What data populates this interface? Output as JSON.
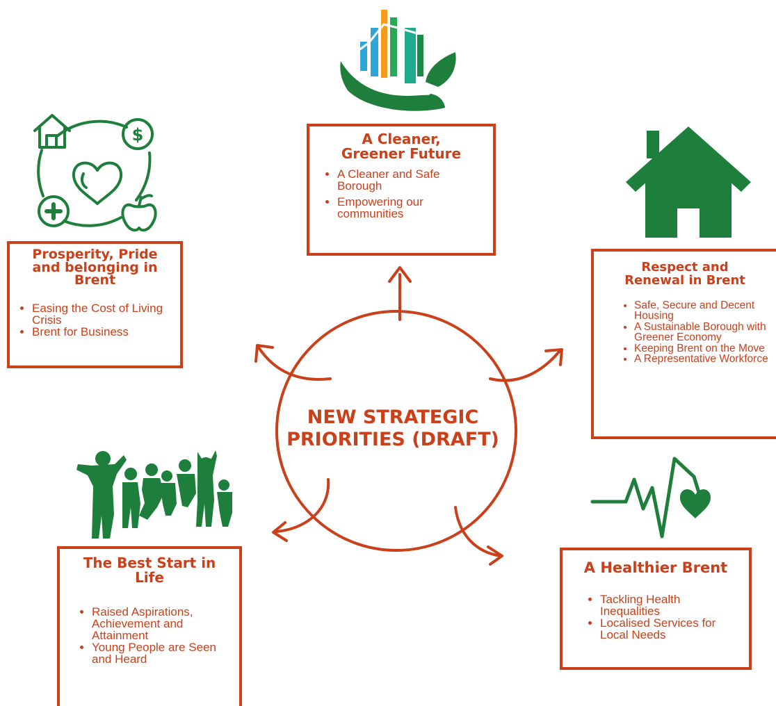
{
  "center": {
    "line1": "NEW STRATEGIC",
    "line2": "PRIORITIES (DRAFT)"
  },
  "colors": {
    "accent": "#c9401b",
    "green": "#1e7e3b"
  },
  "priorities": [
    {
      "title_lines": [
        "A Cleaner,",
        "Greener Future"
      ],
      "items": [
        "A Cleaner and Safe Borough",
        "Empowering our communities"
      ],
      "icon": "city-chart-leaf-icon"
    },
    {
      "title_lines": [
        "Prosperity, Pride",
        "and belonging in",
        "Brent"
      ],
      "items": [
        "Easing the Cost of Living Crisis",
        "Brent for Business"
      ],
      "icon": "wellbeing-cycle-icon"
    },
    {
      "title_lines": [
        "Respect and",
        "Renewal in Brent"
      ],
      "items": [
        "Safe, Secure and Decent Housing",
        "A Sustainable Borough with Greener Economy",
        "Keeping Brent on the Move",
        "A Representative Workforce"
      ],
      "icon": "house-icon"
    },
    {
      "title_lines": [
        "The Best Start in",
        "Life"
      ],
      "items": [
        "Raised Aspirations, Achievement and Attainment",
        "Young People are Seen and Heard"
      ],
      "icon": "jumping-children-icon"
    },
    {
      "title_lines": [
        "A Healthier Brent"
      ],
      "items": [
        "Tackling Health Inequalities",
        "Localised Services for Local Needs"
      ],
      "icon": "heartbeat-icon"
    }
  ]
}
